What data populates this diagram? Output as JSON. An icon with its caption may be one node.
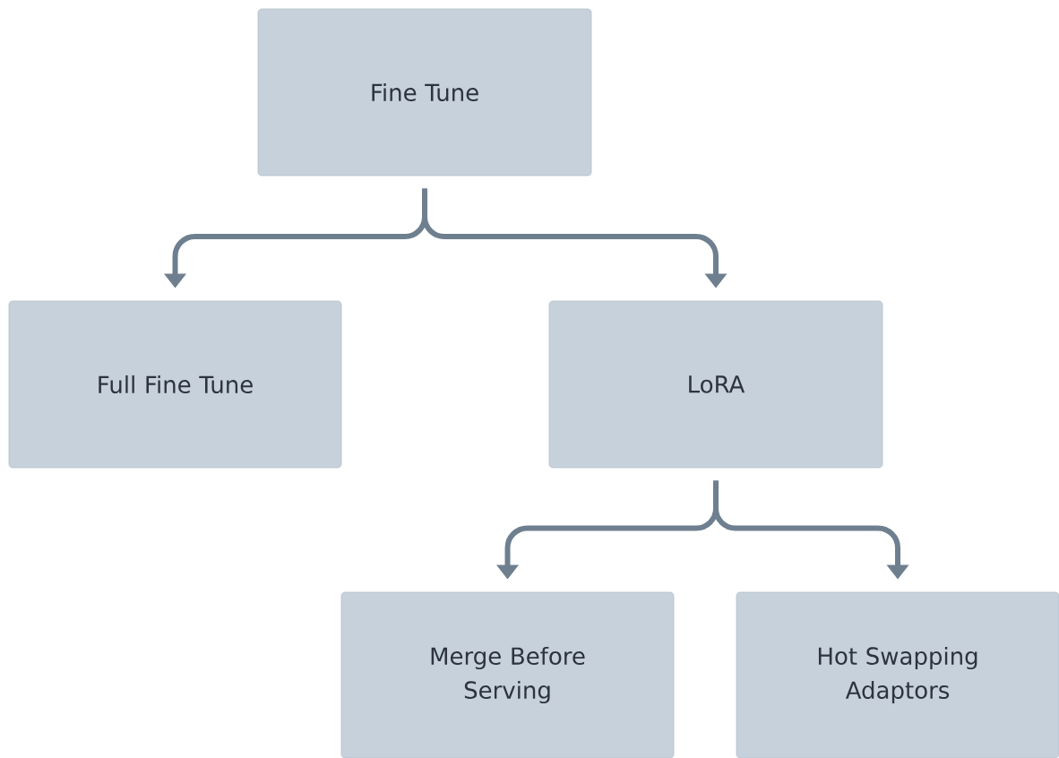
{
  "diagram": {
    "nodes": [
      {
        "text": [
          "Fine Tune"
        ]
      },
      {
        "text": [
          "Full Fine Tune"
        ]
      },
      {
        "text": [
          "LoRA"
        ]
      },
      {
        "text": [
          "Merge Before Serving"
        ]
      },
      {
        "text": [
          "Hot Swapping Adaptors"
        ]
      }
    ],
    "edges": [
      {
        "from": 0,
        "to": 1,
        "arrow": "to"
      },
      {
        "from": 0,
        "to": 2,
        "arrow": "to"
      },
      {
        "from": 2,
        "to": 3,
        "arrow": "to"
      },
      {
        "from": 2,
        "to": 4,
        "arrow": "to"
      }
    ]
  }
}
